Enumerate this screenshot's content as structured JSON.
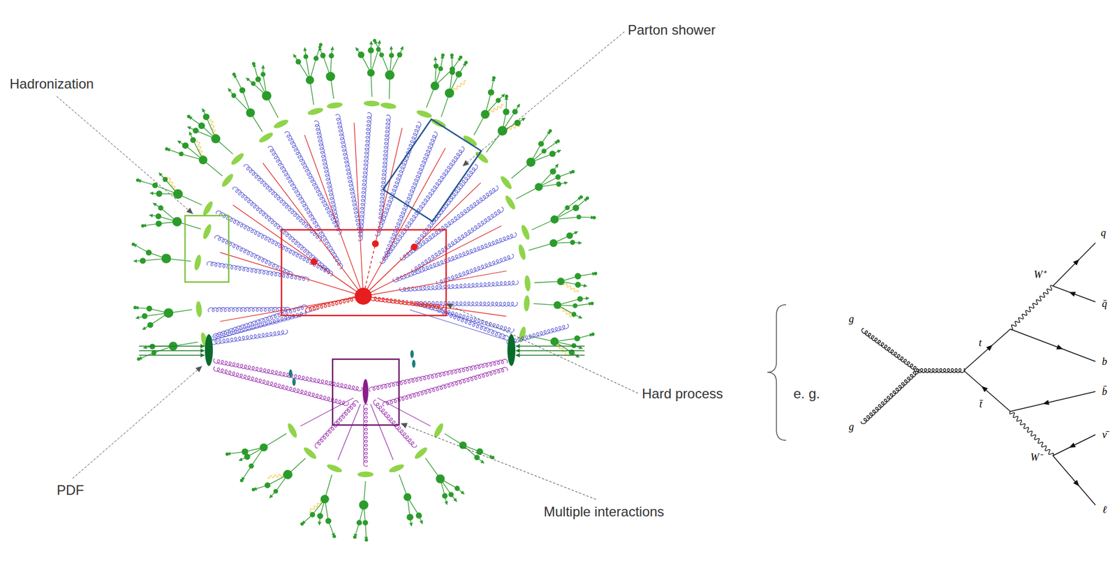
{
  "diagram": {
    "labels": [
      "Parton shower",
      "Hadronization",
      "Hard process",
      "e. g.",
      "PDF",
      "Multiple interactions",
      "g",
      "g",
      "W⁺",
      "t",
      "t̄",
      "W⁻",
      "q",
      "q̄",
      "b",
      "b̄",
      "ν̄",
      "ℓ"
    ]
  }
}
